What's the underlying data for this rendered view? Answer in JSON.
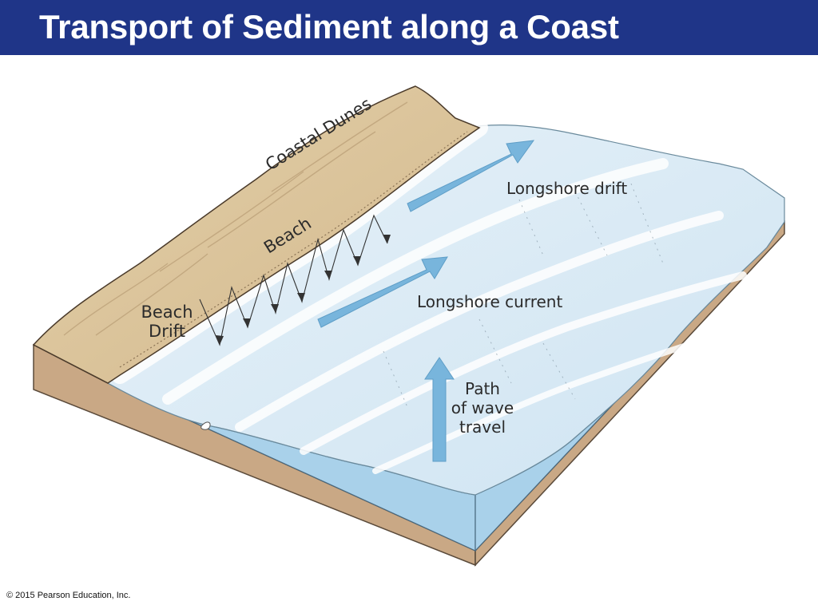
{
  "slide": {
    "title": "Transport of Sediment along a Coast",
    "copyright": "© 2015 Pearson Education, Inc."
  },
  "diagram": {
    "labels": {
      "coastal_dunes": "Coastal Dunes",
      "beach": "Beach",
      "beach_drift_line1": "Beach",
      "beach_drift_line2": "Drift",
      "longshore_drift": "Longshore drift",
      "longshore_current": "Longshore current",
      "wave_path_line1": "Path",
      "wave_path_line2": "of wave",
      "wave_path_line3": "travel"
    },
    "colors": {
      "title_bar": "#1f3588",
      "sand": "#dcc49b",
      "water_surface": "#dcebf5",
      "water_side": "#a9d1ea",
      "ground_side": "#c9a885",
      "arrow": "#78b5dc"
    }
  }
}
